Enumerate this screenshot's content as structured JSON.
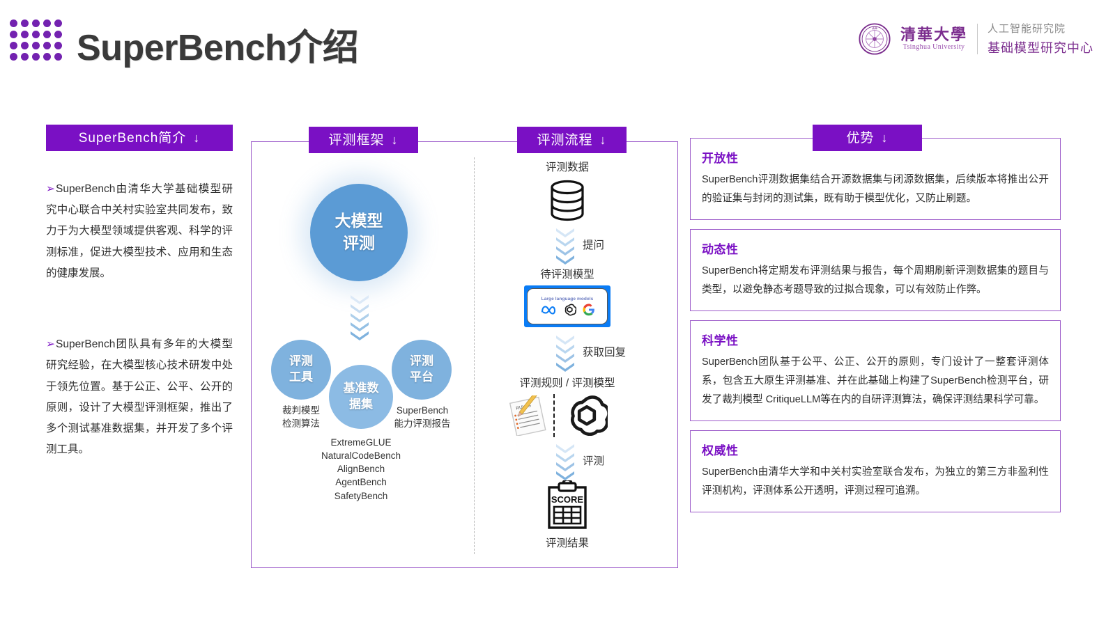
{
  "header": {
    "title": "SuperBench介绍",
    "logo_icon": "dot-grid-logo",
    "brand": {
      "seal_icon": "tsinghua-seal-icon",
      "university_cn": "清華大學",
      "university_en": "Tsinghua University",
      "institute": "人工智能研究院",
      "center": "基础模型研究中心"
    }
  },
  "intro": {
    "tab_label": "SuperBench简介",
    "tab_arrow": "↓",
    "paragraphs": [
      "SuperBench由清华大学基础模型研究中心联合中关村实验室共同发布，致力于为大模型领域提供客观、科学的评测标准，促进大模型技术、应用和生态的健康发展。",
      "SuperBench团队具有多年的大模型研究经验，在大模型核心技术研发中处于领先位置。基于公正、公平、公开的原则，设计了大模型评测框架，推出了多个测试基准数据集，并开发了多个评测工具。"
    ],
    "bullet": "➢"
  },
  "framework": {
    "tab_label": "评测框架",
    "tab_arrow": "↓",
    "main_circle": [
      "大模型",
      "评测"
    ],
    "nodes": [
      {
        "circle": [
          "评测",
          "工具"
        ],
        "caption": "裁判模型\n检测算法"
      },
      {
        "circle": [
          "基准数",
          "据集"
        ],
        "caption": "ExtremeGLUE\nNaturalCodeBench\nAlignBench\nAgentBench\nSafetyBench"
      },
      {
        "circle": [
          "评测",
          "平台"
        ],
        "caption": "SuperBench\n能力评测报告"
      }
    ]
  },
  "process": {
    "tab_label": "评测流程",
    "tab_arrow": "↓",
    "steps": [
      {
        "label": "评测数据",
        "icon": "database-icon"
      },
      {
        "arrow_label": "提问",
        "icon": "chevron-down-icon"
      },
      {
        "label": "待评测模型",
        "icon": "llm-logos-box",
        "llm_box_title": "Large language models",
        "llm_logos": [
          "meta-icon",
          "openai-icon",
          "google-icon"
        ]
      },
      {
        "arrow_label": "获取回复",
        "icon": "chevron-down-icon"
      },
      {
        "label": "评测规则 / 评测模型",
        "icon": "rules-paper-icon + openai-icon"
      },
      {
        "arrow_label": "评测",
        "icon": "chevron-down-icon"
      },
      {
        "label": "评测结果",
        "icon": "score-clipboard-icon",
        "clipboard_text": "SCORE"
      }
    ]
  },
  "advantages": {
    "tab_label": "优势",
    "tab_arrow": "↓",
    "cards": [
      {
        "title": "开放性",
        "body": "SuperBench评测数据集结合开源数据集与闭源数据集，后续版本将推出公开的验证集与封闭的测试集，既有助于模型优化，又防止刷题。"
      },
      {
        "title": "动态性",
        "body": "SuperBench将定期发布评测结果与报告，每个周期刷新评测数据集的题目与类型，以避免静态考题导致的过拟合现象，可以有效防止作弊。"
      },
      {
        "title": "科学性",
        "body": "SuperBench团队基于公平、公正、公开的原则，专门设计了一整套评测体系，包含五大原生评测基准、并在此基础上构建了SuperBench检测平台，研发了裁判模型 CritiqueLLM等在内的自研评测算法，确保评测结果科学可靠。"
      },
      {
        "title": "权威性",
        "body": "SuperBench由清华大学和中关村实验室联合发布，为独立的第三方非盈利性评测机构，评测体系公开透明，评测过程可追溯。"
      }
    ]
  },
  "colors": {
    "tab_purple": "#7a10c4",
    "border_purple": "#9b59c9",
    "brand_purple": "#7b2d8e",
    "circle_blue": "#5b9bd5",
    "llm_box_blue": "#0a7cf5",
    "chevron_blue": "#9dc3e6"
  }
}
